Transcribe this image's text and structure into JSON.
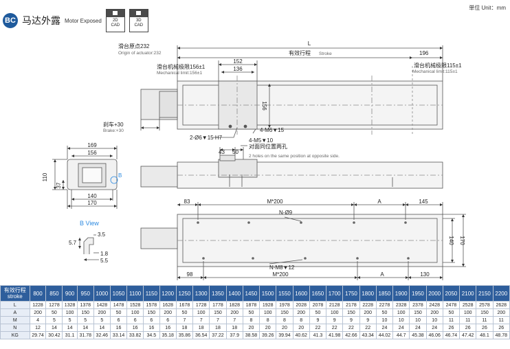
{
  "unit_note": "単位 Unit：mm",
  "header": {
    "badge": "BC",
    "title_cn": "马达外露",
    "title_en": "Motor Exposed",
    "cad_2d": [
      "2D",
      "CAD"
    ],
    "cad_3d": [
      "3D",
      "CAD"
    ]
  },
  "drawing": {
    "L": "L",
    "origin_cn": "滑台原点232",
    "origin_en": "Origin of actuator:232",
    "stroke_cn": "有效行程",
    "stroke_en": "Stroke",
    "d196": "196",
    "mech_left_cn": "滑台机械极限156±1",
    "mech_left_en": "Mechanical limit:156±1",
    "mech_right_cn": "滑台机械极限115±1",
    "mech_right_en": "Mechanical limit:115±1",
    "d152": "152",
    "d136": "136",
    "d156v": "156",
    "brake_cn": "刹车+30",
    "brake_en": "Brake:+30",
    "m6": "4-M6▼15",
    "pin": "2-Ø6▼15 H7",
    "m5": "4-M5▼10",
    "holes_cn": "对面同位置两孔",
    "holes_en": "2 holes on the same position at opposite side.",
    "d43": "43",
    "d50": "50",
    "d169": "169",
    "d156": "156",
    "d110": "110",
    "d37": "37",
    "d140": "140",
    "d170": "170",
    "b_marker": "B",
    "bview": "B View",
    "d35": "3.5",
    "d57": "5.7",
    "d18": "1.8",
    "d55": "5.5",
    "d83": "83",
    "m200": "M*200",
    "a": "A",
    "d145": "145",
    "n9": "N-Ø9",
    "n_m8": "N-M8▼12",
    "d140r": "140",
    "d170r": "170",
    "d98": "98",
    "d130": "130"
  },
  "table": {
    "header_cn": "有效行程",
    "header_en": "stroke",
    "strokes": [
      "800",
      "850",
      "900",
      "950",
      "1000",
      "1050",
      "1100",
      "1150",
      "1200",
      "1250",
      "1300",
      "1350",
      "1400",
      "1450",
      "1500",
      "1550",
      "1600",
      "1650",
      "1700",
      "1750",
      "1800",
      "1850",
      "1900",
      "1950",
      "2000",
      "2050",
      "2100",
      "2150",
      "2200"
    ],
    "rows": [
      {
        "label": "L",
        "values": [
          "1228",
          "1278",
          "1328",
          "1378",
          "1428",
          "1478",
          "1528",
          "1578",
          "1628",
          "1678",
          "1728",
          "1778",
          "1828",
          "1878",
          "1928",
          "1978",
          "2028",
          "2078",
          "2128",
          "2178",
          "2228",
          "2278",
          "2328",
          "2378",
          "2428",
          "2478",
          "2528",
          "2578",
          "2628"
        ]
      },
      {
        "label": "A",
        "values": [
          "200",
          "50",
          "100",
          "150",
          "200",
          "50",
          "100",
          "150",
          "200",
          "50",
          "100",
          "150",
          "200",
          "50",
          "100",
          "150",
          "200",
          "50",
          "100",
          "150",
          "200",
          "50",
          "100",
          "150",
          "200",
          "50",
          "100",
          "150",
          "200"
        ]
      },
      {
        "label": "M",
        "values": [
          "4",
          "5",
          "5",
          "5",
          "5",
          "6",
          "6",
          "6",
          "6",
          "7",
          "7",
          "7",
          "7",
          "8",
          "8",
          "8",
          "8",
          "9",
          "9",
          "9",
          "9",
          "10",
          "10",
          "10",
          "10",
          "11",
          "11",
          "11",
          "11"
        ]
      },
      {
        "label": "N",
        "values": [
          "12",
          "14",
          "14",
          "14",
          "14",
          "16",
          "16",
          "16",
          "16",
          "18",
          "18",
          "18",
          "18",
          "20",
          "20",
          "20",
          "20",
          "22",
          "22",
          "22",
          "22",
          "24",
          "24",
          "24",
          "24",
          "26",
          "26",
          "26",
          "26"
        ]
      },
      {
        "label": "KG",
        "values": [
          "29.74",
          "30.42",
          "31.1",
          "31.78",
          "32.46",
          "33.14",
          "33.82",
          "34.5",
          "35.18",
          "35.86",
          "36.54",
          "37.22",
          "37.9",
          "38.58",
          "39.26",
          "39.94",
          "40.62",
          "41.3",
          "41.98",
          "42.66",
          "43.34",
          "44.02",
          "44.7",
          "45.38",
          "46.06",
          "46.74",
          "47.42",
          "48.1",
          "48.78"
        ]
      }
    ]
  }
}
